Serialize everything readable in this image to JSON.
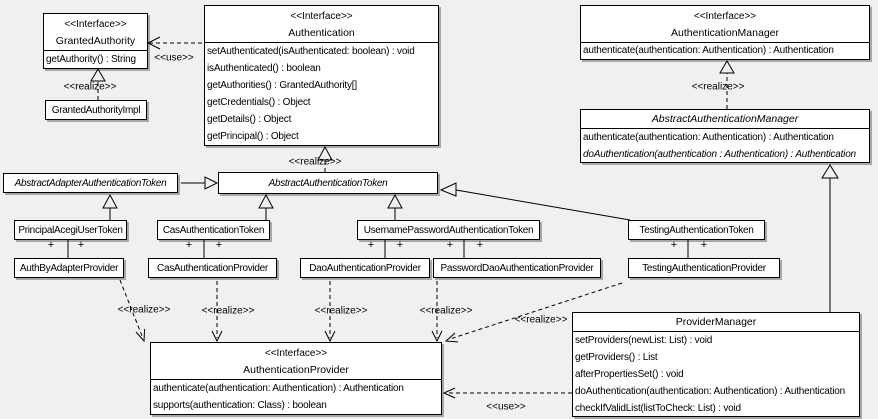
{
  "labels": {
    "use": "<<use>>",
    "realize": "<<realize>>",
    "plus": "+"
  },
  "colors": {
    "background": "#f0f0f0",
    "box_fill": "#ffffff",
    "line": "#000000"
  },
  "classes": {
    "granted_authority": {
      "stereotype": "<<Interface>>",
      "name": "GrantedAuthority",
      "methods": [
        "getAuthority() : String"
      ]
    },
    "granted_authority_impl": {
      "name": "GrantedAuthorityImpl"
    },
    "authentication": {
      "stereotype": "<<Interface>>",
      "name": "Authentication",
      "methods": [
        "setAuthenticated(isAuthenticated: boolean) : void",
        "isAuthenticated() : boolean",
        "getAuthorities() : GrantedAuthority[]",
        "getCredentials() : Object",
        "getDetails() : Object",
        "getPrincipal() : Object"
      ]
    },
    "authentication_manager": {
      "stereotype": "<<Interface>>",
      "name": "AuthenticationManager",
      "methods": [
        "authenticate(authentication: Authentication) : Authentication"
      ]
    },
    "abstract_authentication_manager": {
      "name": "AbstractAuthenticationManager",
      "methods": [
        "authenticate(authentication: Authentication) : Authentication",
        "doAuthentication(authentication : Authentication) : Authentication"
      ]
    },
    "abstract_adapter_authentication_token": {
      "name": "AbstractAdapterAuthenticationToken"
    },
    "abstract_authentication_token": {
      "name": "AbstractAuthenticationToken"
    },
    "principal_acegi_user_token": {
      "name": "PrincipalAcegiUserToken"
    },
    "cas_authentication_token": {
      "name": "CasAuthenticationToken"
    },
    "username_password_authentication_token": {
      "name": "UsernamePasswordAuthenticationToken"
    },
    "testing_authentication_token": {
      "name": "TestingAuthenticationToken"
    },
    "auth_by_adapter_provider": {
      "name": "AuthByAdapterProvider"
    },
    "cas_authentication_provider": {
      "name": "CasAuthenticationProvider"
    },
    "dao_authentication_provider": {
      "name": "DaoAuthenticationProvider"
    },
    "password_dao_authentication_provider": {
      "name": "PasswordDaoAuthenticationProvider"
    },
    "testing_authentication_provider": {
      "name": "TestingAuthenticationProvider"
    },
    "authentication_provider": {
      "stereotype": "<<Interface>>",
      "name": "AuthenticationProvider",
      "methods": [
        "authenticate(authentication: Authentication) : Authentication",
        "supports(authentication: Class) : boolean"
      ]
    },
    "provider_manager": {
      "name": "ProviderManager",
      "methods": [
        "setProviders(newList: List) : void",
        "getProviders() : List",
        "afterPropertiesSet() : void",
        "doAuthentication(authentication: Authentication) : Authentication",
        "checkIfValidList(listToCheck: List) : void"
      ]
    }
  }
}
